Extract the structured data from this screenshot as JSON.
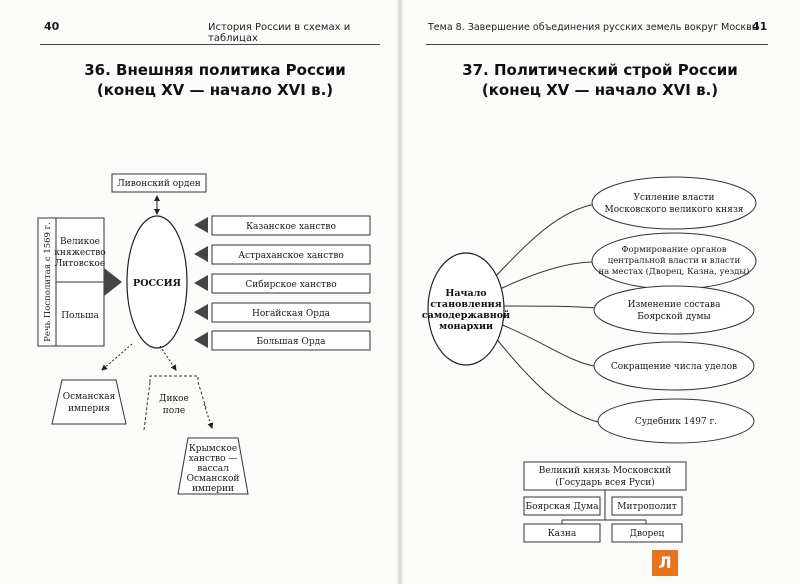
{
  "left_page": {
    "page_number": "40",
    "running_header": "История России в схемах и таблицах",
    "title_line1": "36. Внешняя политика России",
    "title_line2": "(конец XV — начало XVI в.)",
    "diagram": {
      "center": "РОССИЯ",
      "top_box": "Ливонский орден",
      "vertical_label": "Речь Посполитая с 1569 г.",
      "west_upper": [
        "Великое",
        "княжество",
        "Литовское"
      ],
      "west_lower": "Польша",
      "east_boxes": [
        "Казанское ханство",
        "Астраханское ханство",
        "Сибирское ханство",
        "Ногайская Орда",
        "Большая Орда"
      ],
      "ottoman": [
        "Османская",
        "империя"
      ],
      "wild_field": [
        "Дикое",
        "поле"
      ],
      "crimea": [
        "Крымское",
        "ханство —",
        "вассал",
        "Османской",
        "империи"
      ]
    }
  },
  "right_page": {
    "page_number": "41",
    "running_header": "Тема 8. Завершение объединения русских земель вокруг Москвы",
    "title_line1": "37. Политический строй России",
    "title_line2": "(конец XV — начало XVI в.)",
    "diagram": {
      "center": [
        "Начало",
        "становления",
        "самодержавной",
        "монархии"
      ],
      "ellipses": [
        [
          "Усиление власти",
          "Московского великого князя"
        ],
        [
          "Формирование органов",
          "центральной власти и власти",
          "на местах (Дворец, Казна, уезды)"
        ],
        [
          "Изменение состава",
          "Боярской думы"
        ],
        [
          "Сокращение числа уделов"
        ],
        [
          "Судебник 1497 г."
        ]
      ],
      "grand_prince": [
        "Великий князь Московский",
        "(Государь всея Руси)"
      ],
      "boyar_duma": "Боярская Дума",
      "metropolitan": "Митрополит",
      "treasury": "Казна",
      "palace": "Дворец"
    }
  },
  "colors": {
    "logo": "#e8731e",
    "ink": "#1a1a1a"
  },
  "logo_letter": "Л"
}
